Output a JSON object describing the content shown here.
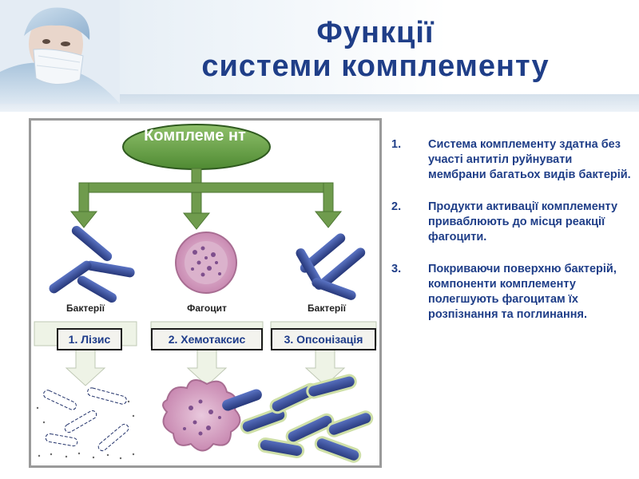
{
  "title": {
    "line1": "Функції",
    "line2": "системи комплементу"
  },
  "diagram": {
    "complement_label": "Комплеме нт",
    "cells": {
      "left": "Бактерії",
      "center": "Фагоцит",
      "right": "Бактерії"
    },
    "steps": [
      "1. Лізис",
      "2. Хемотаксис",
      "3. Опсонізація"
    ],
    "colors": {
      "arrow_green": "#6f9b4d",
      "bacteria_blue": "#3a4f9c",
      "phagocyte_pink": "#d6a2c4",
      "title_blue": "#1f3e88"
    }
  },
  "list": [
    {
      "num": "1.",
      "text": "Система комплементу здатна без участі антитіл руйнувати мембрани багатьох видів бактерій."
    },
    {
      "num": "2.",
      "text": "Продукти активації комплементу приваблюють до місця реакції фагоцити."
    },
    {
      "num": "3.",
      "text": "Покриваючи поверхню бактерій, компоненти комплементу полегшують фагоцитам їх розпізнання та поглинання."
    }
  ]
}
